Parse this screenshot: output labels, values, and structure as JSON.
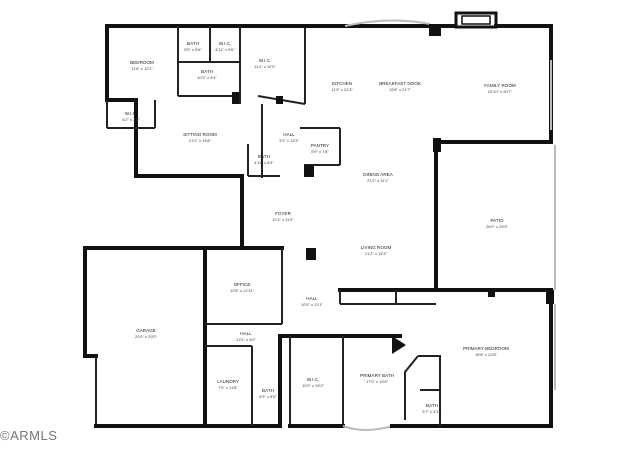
{
  "rooms": {
    "bedroom": {
      "name": "BEDROOM",
      "dim": "11'6\" x 12'2\""
    },
    "bath_top": {
      "name": "BATH",
      "dim": "5'5\" x 5'6\""
    },
    "wic_top": {
      "name": "W.I.C.",
      "dim": "4'11\" x 5'6\""
    },
    "bath_mid": {
      "name": "BATH",
      "dim": "10'3\" x 3'4\""
    },
    "wic_left": {
      "name": "W.I.C.",
      "dim": "6'2\" x 3'5\""
    },
    "wic_upper": {
      "name": "W.I.C.",
      "dim": "11'4\" x 12'0\""
    },
    "kitchen": {
      "name": "KITCHEN",
      "dim": "11'9\" x 21'3\""
    },
    "breakfast": {
      "name": "BREAKFAST NOOK",
      "dim": "15'8\" x 21'7\""
    },
    "family": {
      "name": "FAMILY ROOM",
      "dim": "20'10\" x 20'7\""
    },
    "sitting": {
      "name": "SITTING ROOM",
      "dim": "21'2\" x 14'8\""
    },
    "hall_upper": {
      "name": "HALL",
      "dim": "3'3\" x 13'3\""
    },
    "pantry": {
      "name": "PANTRY",
      "dim": "5'9\" x 7'8\""
    },
    "bath_small": {
      "name": "BATH",
      "dim": "4'11\" x 5'3\""
    },
    "dining": {
      "name": "DINING AREA",
      "dim": "21'2\" x 11'1\""
    },
    "foyer": {
      "name": "FOYER",
      "dim": "12'4\" x 11'6\""
    },
    "patio": {
      "name": "PATIO",
      "dim": "26'0\" x 25'5\""
    },
    "living": {
      "name": "LIVING ROOM",
      "dim": "21'2\" x 14'3\""
    },
    "office": {
      "name": "OFFICE",
      "dim": "12'8\" x 12'11\""
    },
    "hall_center": {
      "name": "HALL",
      "dim": "10'5\" x 13'1\""
    },
    "garage": {
      "name": "GARAGE",
      "dim": "20'0\" x 29'0\""
    },
    "hall_lower": {
      "name": "HALL",
      "dim": "13'1\" x 6'0\""
    },
    "primary_bed": {
      "name": "PRIMARY BEDROOM",
      "dim": "16'8\" x 22'8\""
    },
    "laundry": {
      "name": "LAUNDRY",
      "dim": "7'9\" x 11'8\""
    },
    "bath_lower": {
      "name": "BATH",
      "dim": "5'3\" x 8'5\""
    },
    "wic_primary": {
      "name": "W.I.C.",
      "dim": "10'0\" x 15'2\""
    },
    "primary_bath": {
      "name": "PRIMARY BATH",
      "dim": "17'0\" x 15'8\""
    },
    "bath_corner": {
      "name": "BATH",
      "dim": "3'7\" x 3'11\""
    }
  },
  "watermark": "©ARMLS"
}
